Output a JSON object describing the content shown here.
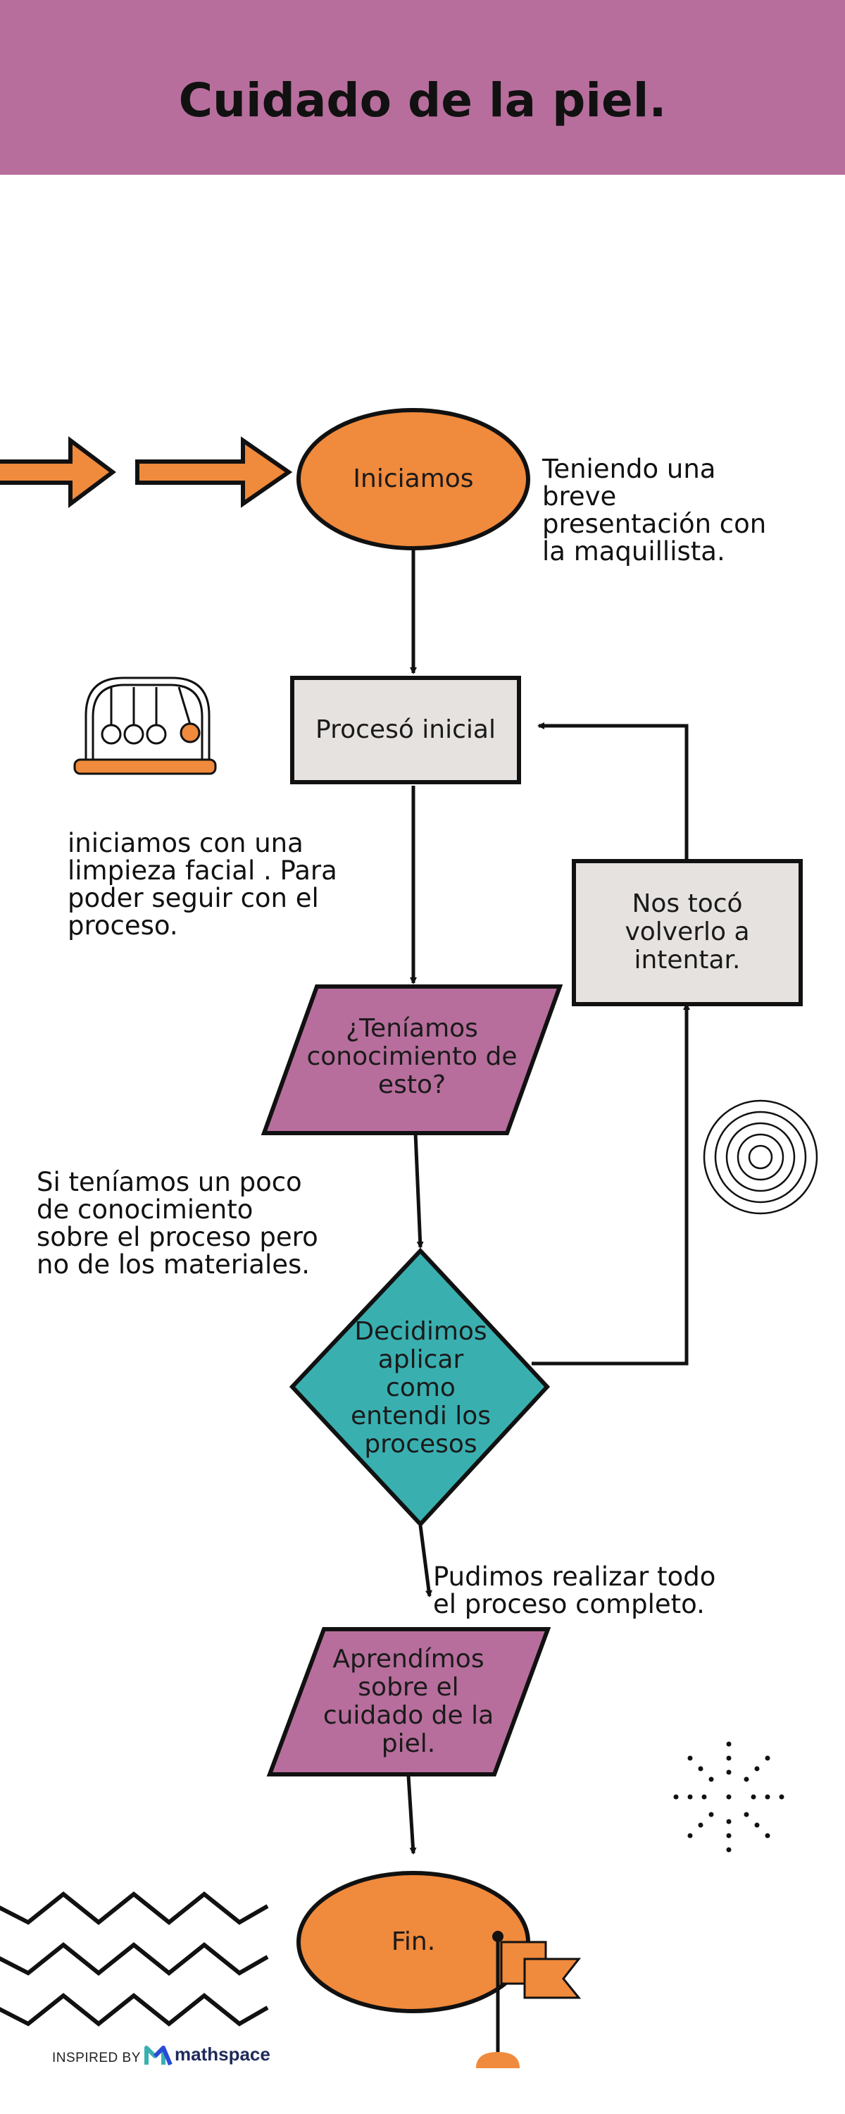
{
  "header": {
    "title": "Cuidado de la piel.",
    "background": "#b76e9c"
  },
  "colors": {
    "orange": "#f08a3c",
    "gray_box": "#e6e2df",
    "purple": "#b76e9c",
    "teal": "#3aafb0",
    "stroke": "#111111"
  },
  "nodes": {
    "start": "Iniciamos",
    "process_initial": "Procesó inicial",
    "question": "¿Teníamos conocimiento de esto?",
    "decision": "Decidimos aplicar como entendi los procesos",
    "retry": "Nos tocó volverlo a intentar.",
    "learned": "Aprendímos sobre el cuidado de la piel.",
    "end": "Fin."
  },
  "notes": {
    "start_note": "Teniendo una\nbreve\npresentación con\nla maquillista.",
    "process_note": "iniciamos con una\nlimpieza facial . Para\npoder seguir con el\nproceso.",
    "question_note": "Si teníamos un poco\nde conocimiento\nsobre el proceso pero\nno de los materiales.",
    "decision_note": "Pudimos realizar todo\nel proceso completo."
  },
  "footer": {
    "inspired_by": "INSPIRED BY",
    "brand": "mathspace"
  },
  "icons": [
    "arrow-right-icon",
    "newtons-cradle-icon",
    "concentric-circles-icon",
    "sparkle-burst-icon",
    "zigzag-lines-icon",
    "flag-icon",
    "mathspace-logo-icon"
  ]
}
